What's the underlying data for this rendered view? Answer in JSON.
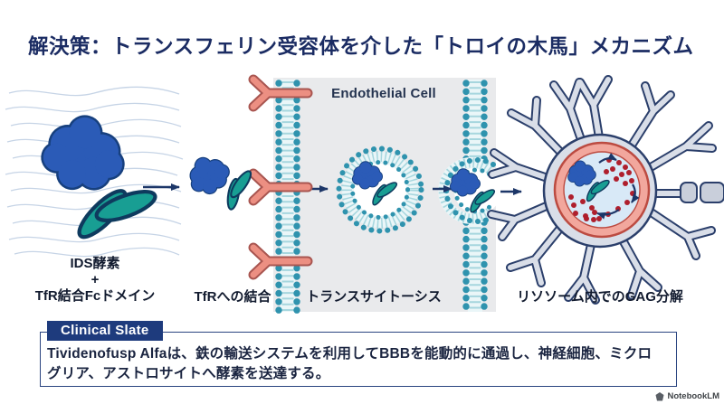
{
  "title": "解決策：トランスフェリン受容体を介した「トロイの木馬」メカニズム",
  "diagram": {
    "endothelial_cell_label": "Endothelial Cell",
    "stage_labels": {
      "stage1": "IDS酵素\n+\nTfR結合Fcドメイン",
      "stage2": "TfRへの結合",
      "stage3": "トランスサイトーシス",
      "stage4": "リソソーム内でのGAG分解"
    },
    "icons": [
      "ids-enzyme-fc-molecule-icon",
      "tfr-receptor-icon",
      "cell-membrane",
      "transport-vesicle-icon",
      "exocytosis-cup-icon",
      "neuron-icon",
      "lysosome-icon",
      "gag-fragment-dots",
      "flow-arrow-icon"
    ]
  },
  "callout": {
    "tab_label": "Clinical Slate",
    "body": "Tividenofusp Alfaは、鉄の輸送システムを利用してBBBを能動的に通過し、神経細胞、ミクログリア、アストロサイトへ酵素を送達する。"
  },
  "footer": {
    "brand": "NotebookLM"
  },
  "colors": {
    "title_navy": "#1B2C63",
    "accent_navy": "#1C3668",
    "enzyme_blue": "#2B5BB7",
    "fab_teal": "#189E93",
    "receptor_pink": "#EC8F82",
    "membrane_teal": "#2F93AE",
    "cell_gray": "#E9EAEC",
    "neuron_gray": "#D9DEE8",
    "lysosome_pink": "#F2A79D",
    "gag_red": "#AF1F2D",
    "tab_navy": "#1E3B7D"
  }
}
